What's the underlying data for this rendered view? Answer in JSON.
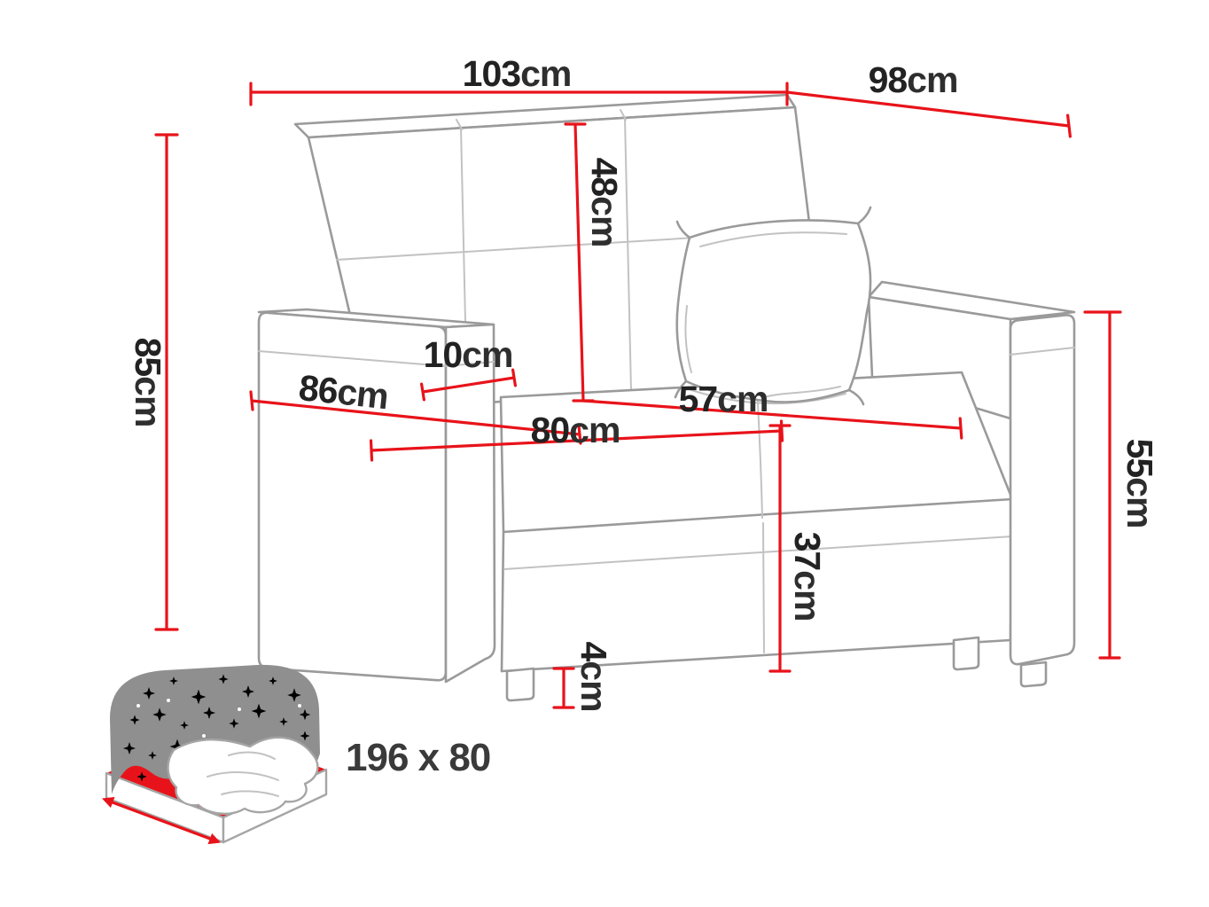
{
  "diagram": {
    "type": "furniture-dimension-diagram",
    "dimensions": {
      "total_width": {
        "value": "103",
        "unit": "cm"
      },
      "total_depth": {
        "value": "98",
        "unit": "cm"
      },
      "total_height": {
        "value": "85",
        "unit": "cm"
      },
      "backrest_height": {
        "value": "48",
        "unit": "cm"
      },
      "armrest_width": {
        "value": "10",
        "unit": "cm"
      },
      "side_depth": {
        "value": "86",
        "unit": "cm"
      },
      "seat_width": {
        "value": "80",
        "unit": "cm"
      },
      "seat_depth": {
        "value": "57",
        "unit": "cm"
      },
      "armrest_height": {
        "value": "55",
        "unit": "cm"
      },
      "seat_height": {
        "value": "37",
        "unit": "cm"
      },
      "leg_height": {
        "value": "4",
        "unit": "cm"
      }
    },
    "sleeping_area": {
      "label": "196 x 80"
    },
    "colors": {
      "dimension_line": "#e8131a",
      "sofa_outline": "#9a9a9a",
      "label_text": "#222222",
      "blanket_gray": "#8f8f8f",
      "mattress_red": "#e8131a",
      "background": "#ffffff"
    }
  }
}
